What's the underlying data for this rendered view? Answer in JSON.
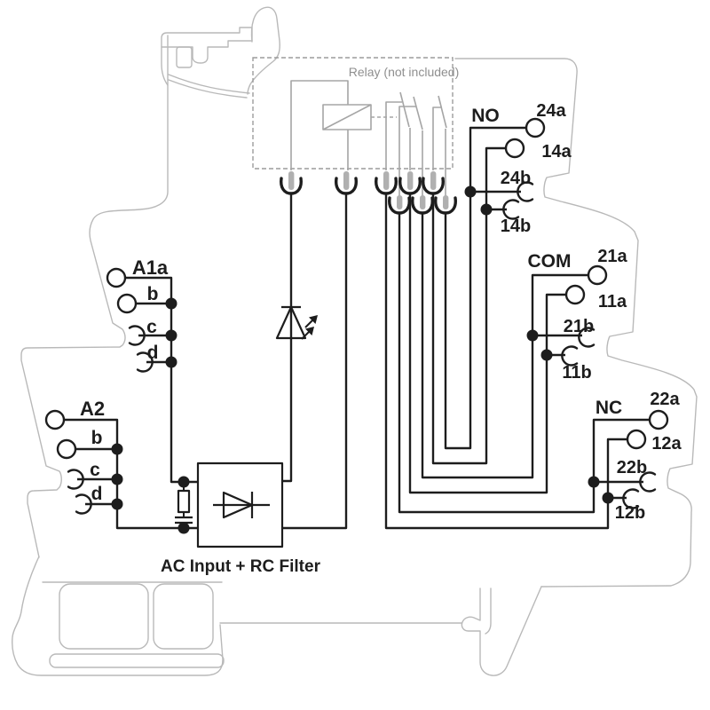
{
  "relay_box": {
    "label": "Relay (not included)"
  },
  "ac_filter": {
    "label": "AC Input + RC Filter"
  },
  "left_groups": [
    {
      "name": "A1",
      "labels": [
        "A1a",
        "b",
        "c",
        "d"
      ]
    },
    {
      "name": "A2",
      "labels": [
        "A2",
        "b",
        "c",
        "d"
      ]
    }
  ],
  "right_groups": [
    {
      "name": "NO",
      "terminals": [
        "24a",
        "14a",
        "24b",
        "14b"
      ]
    },
    {
      "name": "COM",
      "terminals": [
        "21a",
        "11a",
        "21b",
        "11b"
      ]
    },
    {
      "name": "NC",
      "terminals": [
        "22a",
        "12a",
        "22b",
        "12b"
      ]
    }
  ],
  "symbols": [
    "relay-coil",
    "relay-contacts",
    "led-indicator",
    "diode-bridge",
    "rc-snubber"
  ],
  "colors": {
    "module_outline": "#b9b9b9",
    "relay_gray": "#a5a5a5",
    "circuit_black": "#1d1d1d",
    "relay_text_gray": "#8f8f8f",
    "background": "#ffffff"
  }
}
